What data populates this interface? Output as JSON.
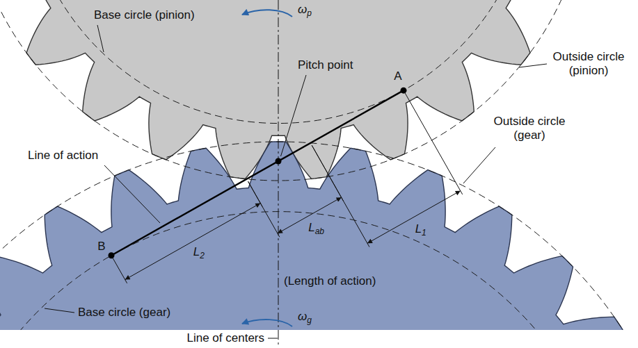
{
  "diagram": {
    "labels": [
      "Base circle (pinion)",
      "ωp",
      "Pitch point",
      "A",
      "Outside circle (pinion)",
      "Outside circle (gear)",
      "Line of action",
      "L1",
      "B",
      "L2",
      "Lab",
      "(Length of action)",
      "Base circle (gear)",
      "ωg",
      "Line of centers"
    ]
  }
}
